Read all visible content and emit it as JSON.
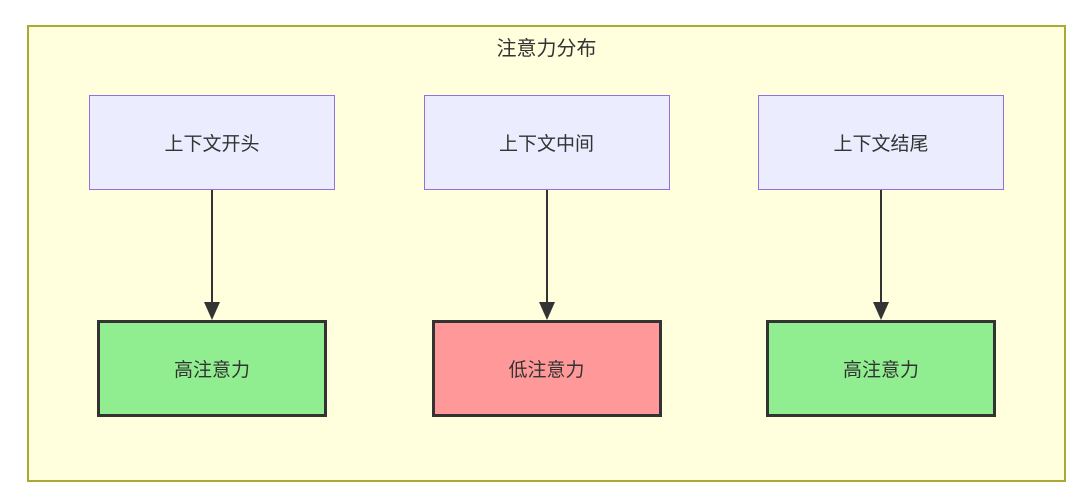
{
  "diagram": {
    "type": "flowchart",
    "title": "注意力分布",
    "colors": {
      "canvas_bg": "#ffffff",
      "container_fill": "#ffffde",
      "container_border": "#aaaa33",
      "source_fill": "#ececff",
      "source_border": "#9370db",
      "high_fill": "#90ee90",
      "low_fill": "#ff9999",
      "result_border": "#333333",
      "arrow_color": "#333333",
      "text_color": "#333333"
    },
    "columns": [
      {
        "source": "上下文开头",
        "result": "高注意力",
        "level": "high"
      },
      {
        "source": "上下文中间",
        "result": "低注意力",
        "level": "low"
      },
      {
        "source": "上下文结尾",
        "result": "高注意力",
        "level": "high"
      }
    ]
  }
}
